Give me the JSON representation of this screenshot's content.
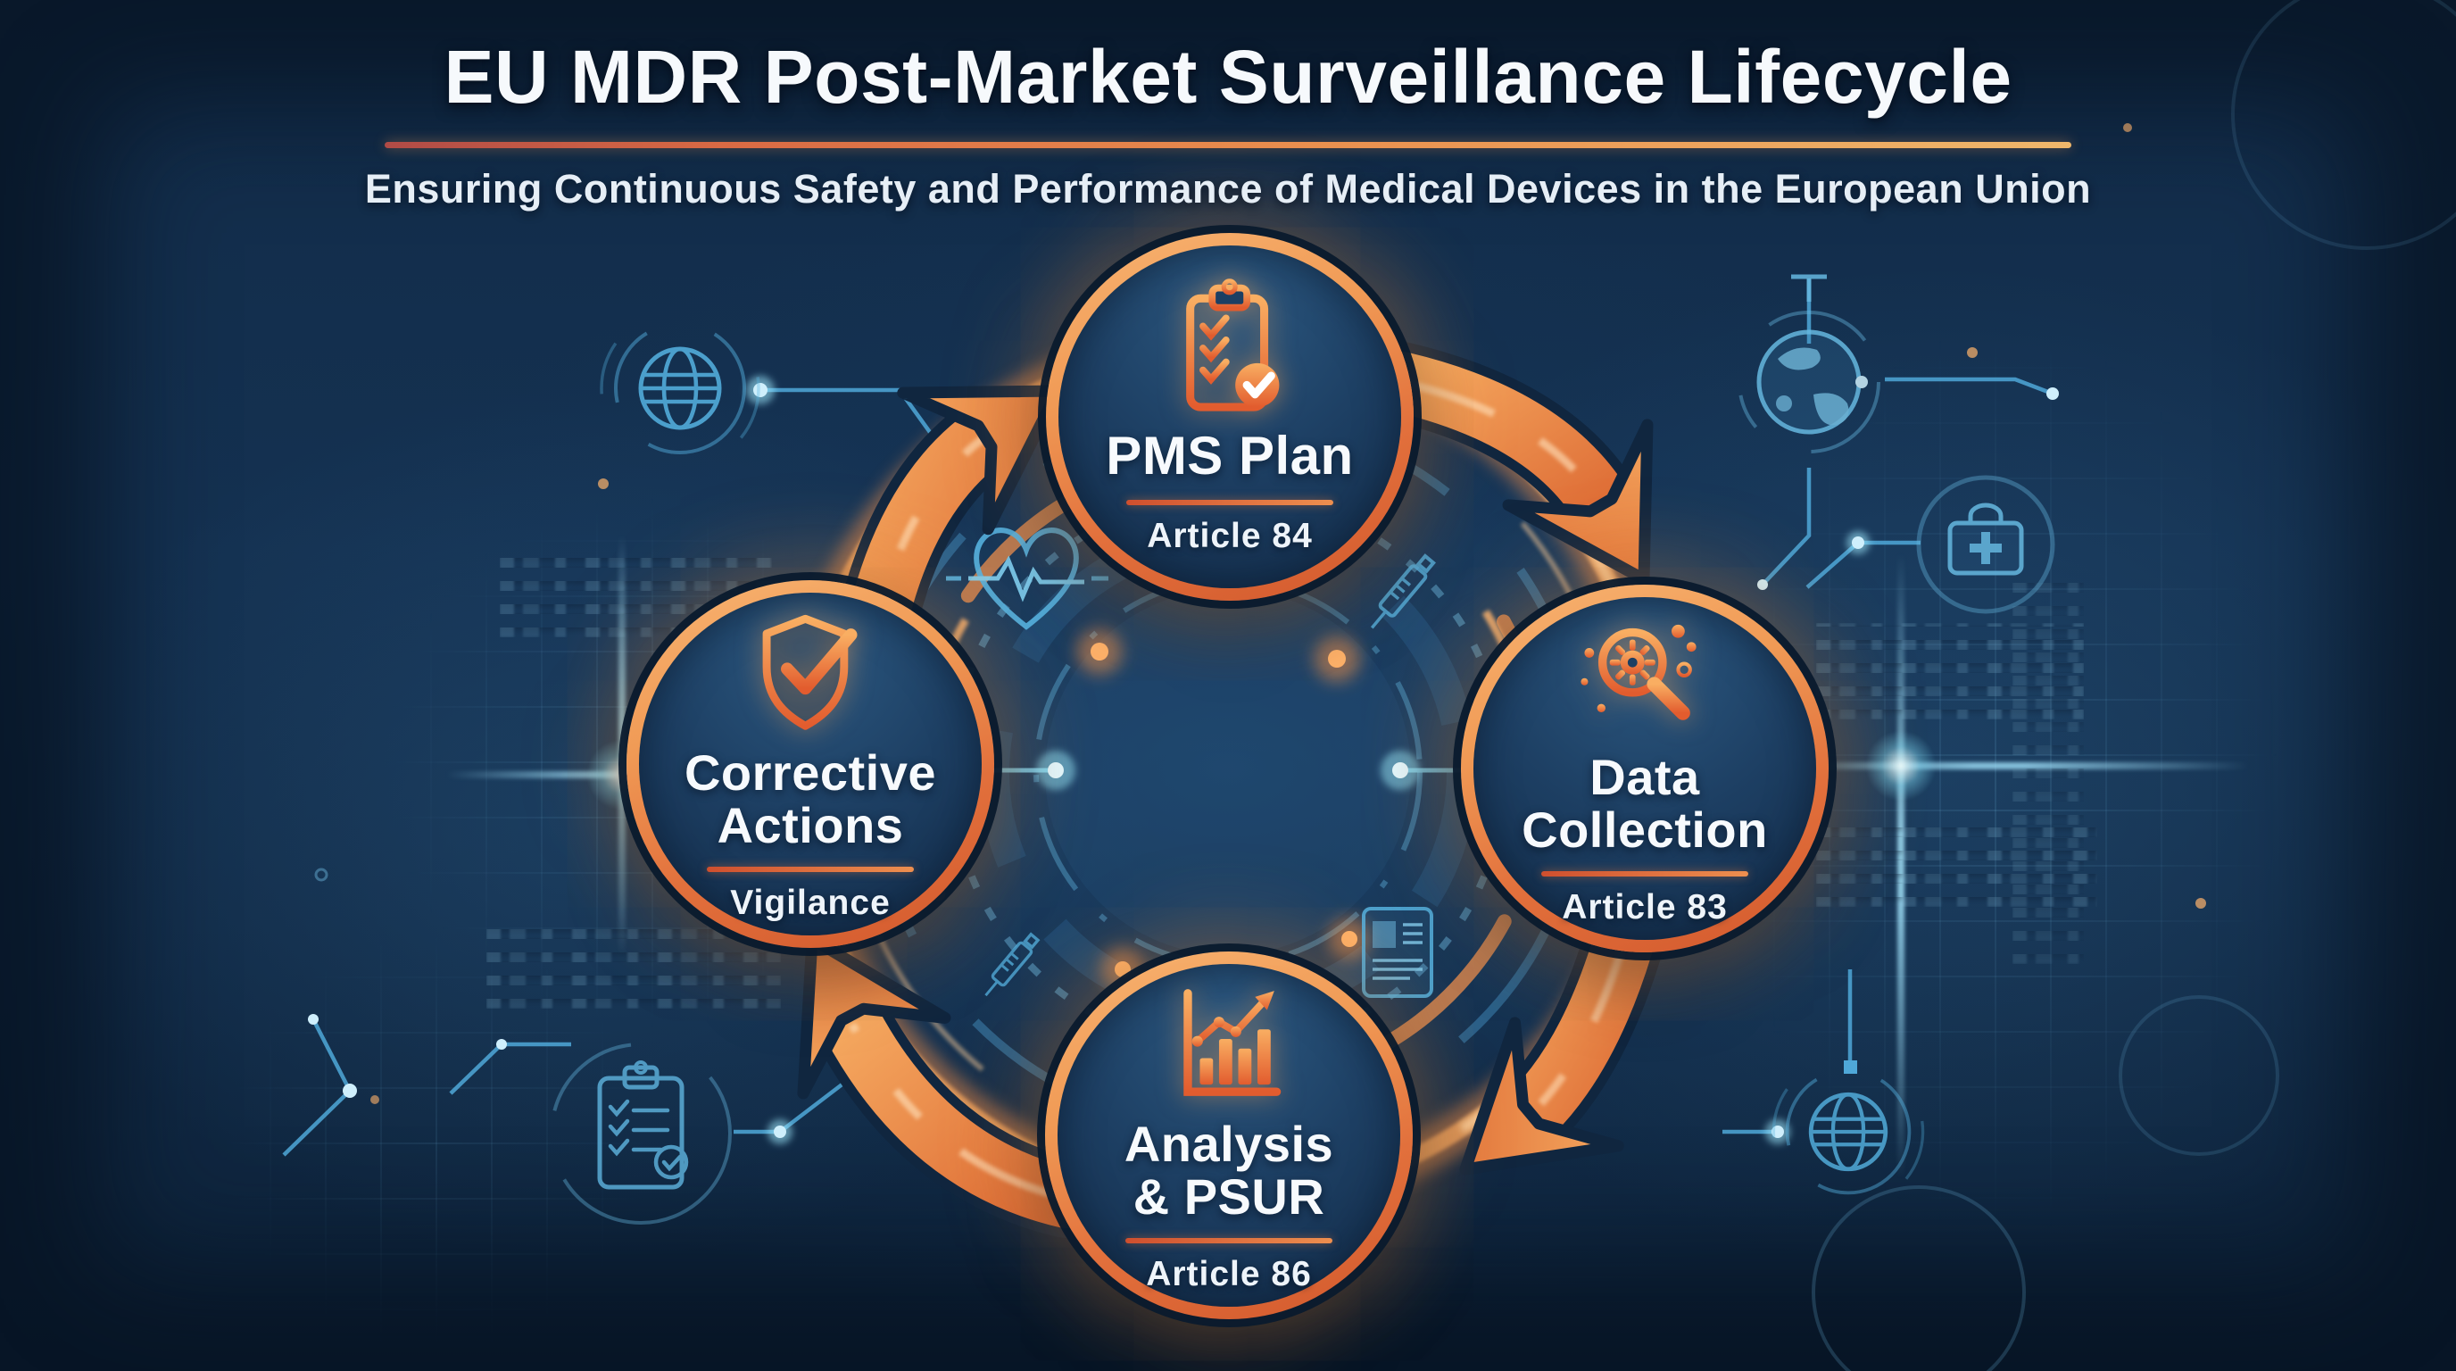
{
  "header": {
    "title": "EU MDR Post-Market Surveillance Lifecycle",
    "subtitle": "Ensuring Continuous Safety and Performance of Medical Devices in the European Union"
  },
  "cycle": {
    "direction": "clockwise",
    "stages": [
      {
        "id": "pms-plan",
        "title_lines": [
          "PMS Plan"
        ],
        "subtitle": "Article 84",
        "icon": "clipboard-checklist-icon",
        "position": "top"
      },
      {
        "id": "data-collection",
        "title_lines": [
          "Data",
          "Collection"
        ],
        "subtitle": "Article 83",
        "icon": "magnifier-gear-icon",
        "position": "right"
      },
      {
        "id": "analysis-psur",
        "title_lines": [
          "Analysis",
          "& PSUR"
        ],
        "subtitle": "Article 86",
        "icon": "trend-chart-icon",
        "position": "bottom"
      },
      {
        "id": "corrective-actions",
        "title_lines": [
          "Corrective",
          "Actions"
        ],
        "subtitle": "Vigilance",
        "icon": "shield-check-icon",
        "position": "left"
      }
    ],
    "arrows": [
      {
        "from": "pms-plan",
        "to": "data-collection"
      },
      {
        "from": "data-collection",
        "to": "analysis-psur"
      },
      {
        "from": "analysis-psur",
        "to": "corrective-actions"
      },
      {
        "from": "corrective-actions",
        "to": "pms-plan"
      }
    ]
  },
  "background": {
    "style": "digital-health-circuit-grid",
    "decorative_icons": [
      "globe-wireframe-icon",
      "earth-globe-icon",
      "medical-kit-icon",
      "clipboard-checklist-icon",
      "globe-wireframe-icon",
      "heart-pulse-icon",
      "syringe-icon",
      "tablet-report-icon"
    ]
  },
  "colors": {
    "background_navy": "#122c48",
    "accent_orange": "#ee8c4a",
    "deep_orange": "#d45f30",
    "light_blue": "#58b0dd",
    "cyan_glow": "#9fe4ff",
    "text_white": "#f6f9fc"
  }
}
